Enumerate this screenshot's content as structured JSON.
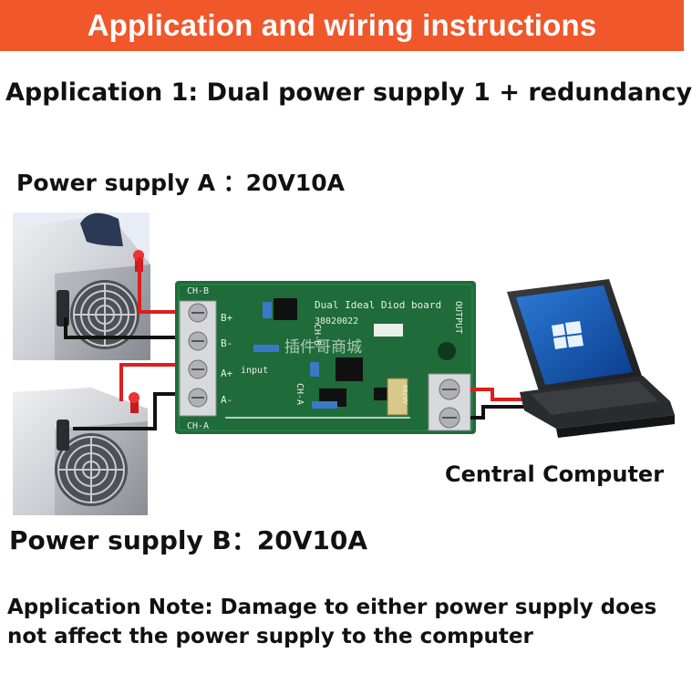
{
  "banner": {
    "title": "Application and wiring instructions",
    "color": "#f0572a"
  },
  "heading": "Application 1: Dual power supply 1 + redundancy",
  "power_supply_a": {
    "label": "Power supply A ：20V10A"
  },
  "power_supply_b": {
    "label": "Power supply B：20V10A"
  },
  "computer": {
    "label": "Central Computer"
  },
  "note": "Application Note: Damage to either power supply does not affect the power supply to the computer",
  "board": {
    "title": "Dual Ideal Diod board",
    "output_label": "OUTPUT",
    "input_label": "input",
    "ch_b_top": "CH-B",
    "ch_b_mid": "CH-B",
    "ch_a_mid": "CH-A",
    "ch_a_bottom": "CH-A",
    "b_plus": "B+",
    "b_minus": "B-",
    "a_plus": "A+",
    "a_minus": "A-",
    "part_number": "38020022",
    "watermark": "插件哥商城",
    "cap_label": "AA700",
    "color": "#1f6b3a"
  },
  "wire_colors": {
    "positive": "#d9201f",
    "negative": "#111111"
  }
}
